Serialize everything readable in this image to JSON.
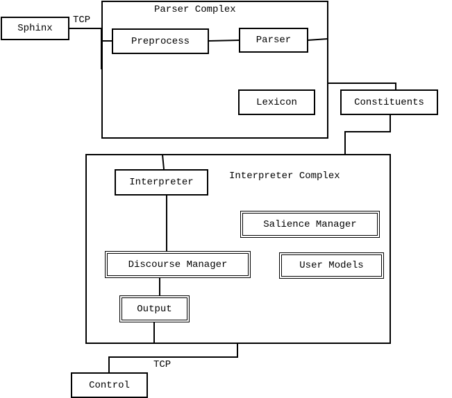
{
  "containers": {
    "parser_complex": "Parser Complex",
    "interpreter_complex": "Interpreter Complex"
  },
  "nodes": {
    "sphinx": "Sphinx",
    "preprocess": "Preprocess",
    "parser": "Parser",
    "lexicon": "Lexicon",
    "constituents": "Constituents",
    "interpreter": "Interpreter",
    "salience_manager": "Salience Manager",
    "discourse_manager": "Discourse Manager",
    "user_models": "User Models",
    "output": "Output",
    "control": "Control"
  },
  "edge_labels": {
    "sphinx_tcp": "TCP",
    "control_tcp": "TCP"
  }
}
